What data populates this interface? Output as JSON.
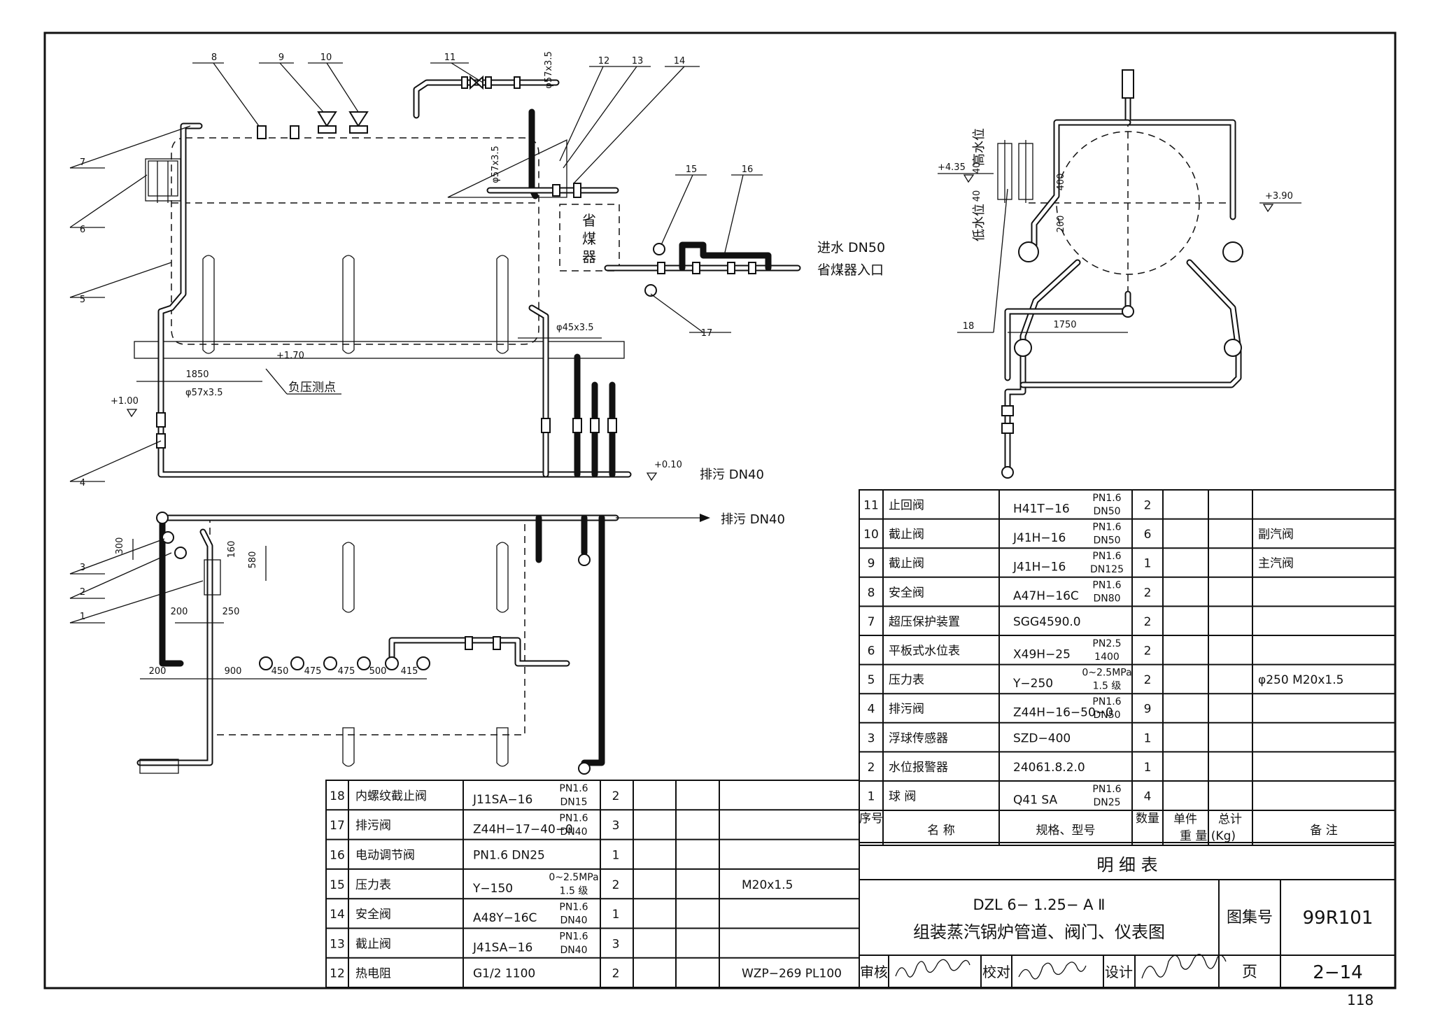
{
  "labels": {
    "callouts": [
      "1",
      "2",
      "3",
      "4",
      "5",
      "6",
      "7",
      "8",
      "9",
      "10",
      "11",
      "12",
      "13",
      "14",
      "15",
      "16",
      "17",
      "18"
    ],
    "pipe_57": "φ57x3.5",
    "pipe_57b": "φ57x3.5",
    "pipe_45": "φ45x3.5",
    "pipe_57c": "φ57x3.5",
    "economizer": [
      "省",
      "煤",
      "器"
    ],
    "water_in": "进水  DN50",
    "economizer_in": "省煤器入口",
    "elev_170": "+1.70",
    "elev_100": "+1.00",
    "elev_010": "+0.10",
    "elev_435": "+4.35",
    "elev_390": "+3.90",
    "dim_1850": "1850",
    "dim_1750": "1750",
    "neg_pressure": "负压测点",
    "blowdown1": "排污  DN40",
    "blowdown2": "排污  DN40",
    "high_level": "高水位",
    "low_level": "低水位",
    "dim_40a": "40",
    "dim_40b": "40",
    "dim_400": "400",
    "dim_200v": "200",
    "dim_300": "300",
    "dim_160": "160",
    "dim_580": "580",
    "dim_200a": "200",
    "dim_250": "250",
    "dim_200b": "200",
    "dim_900": "900",
    "dim_450": "450",
    "dim_475a": "475",
    "dim_475b": "475",
    "dim_500": "500",
    "dim_415": "415"
  },
  "table_right": {
    "rows": [
      {
        "no": "11",
        "name": "止回阀",
        "model": "H41T−16",
        "pn": "PN1.6",
        "dn": "DN50",
        "qty": "2",
        "note": ""
      },
      {
        "no": "10",
        "name": "截止阀",
        "model": "J41H−16",
        "pn": "PN1.6",
        "dn": "DN50",
        "qty": "6",
        "note": "副汽阀"
      },
      {
        "no": "9",
        "name": "截止阀",
        "model": "J41H−16",
        "pn": "PN1.6",
        "dn": "DN125",
        "qty": "1",
        "note": "主汽阀"
      },
      {
        "no": "8",
        "name": "安全阀",
        "model": "A47H−16C",
        "pn": "PN1.6",
        "dn": "DN80",
        "qty": "2",
        "note": ""
      },
      {
        "no": "7",
        "name": "超压保护装置",
        "model": "SGG4590.0",
        "pn": "",
        "dn": "",
        "qty": "2",
        "note": ""
      },
      {
        "no": "6",
        "name": "平板式水位表",
        "model": "X49H−25",
        "pn": "PN2.5",
        "dn": "1400",
        "qty": "2",
        "note": ""
      },
      {
        "no": "5",
        "name": "压力表",
        "model": "Y−250",
        "pn": "0~2.5MPa",
        "dn": "1.5 级",
        "qty": "2",
        "note": "φ250 M20x1.5"
      },
      {
        "no": "4",
        "name": "排污阀",
        "model": "Z44H−16−50−0",
        "pn": "PN1.6",
        "dn": "DN50",
        "qty": "9",
        "note": ""
      },
      {
        "no": "3",
        "name": "浮球传感器",
        "model": "SZD−400",
        "pn": "",
        "dn": "",
        "qty": "1",
        "note": ""
      },
      {
        "no": "2",
        "name": "水位报警器",
        "model": "24061.8.2.0",
        "pn": "",
        "dn": "",
        "qty": "1",
        "note": ""
      },
      {
        "no": "1",
        "name": "球  阀",
        "model": "Q41 SA",
        "pn": "PN1.6",
        "dn": "DN25",
        "qty": "4",
        "note": ""
      }
    ],
    "header": {
      "no": "序号",
      "name": "名  称",
      "model": "规格、型号",
      "qty": "数量",
      "unit_weight": "单件",
      "total_weight": "总计",
      "weight": "重 量 (Kg)",
      "note": "备  注"
    },
    "caption": "明    细    表"
  },
  "table_left": {
    "rows": [
      {
        "no": "18",
        "name": "内螺纹截止阀",
        "model": "J11SA−16",
        "pn": "PN1.6",
        "dn": "DN15",
        "qty": "2",
        "note": ""
      },
      {
        "no": "17",
        "name": "排污阀",
        "model": "Z44H−17−40−0",
        "pn": "PN1.6",
        "dn": "DN40",
        "qty": "3",
        "note": ""
      },
      {
        "no": "16",
        "name": "电动调节阀",
        "model": "PN1.6 DN25",
        "pn": "",
        "dn": "",
        "qty": "1",
        "note": ""
      },
      {
        "no": "15",
        "name": "压力表",
        "model": "Y−150",
        "pn": "0~2.5MPa",
        "dn": "1.5 级",
        "qty": "2",
        "note": "M20x1.5"
      },
      {
        "no": "14",
        "name": "安全阀",
        "model": "A48Y−16C",
        "pn": "PN1.6",
        "dn": "DN40",
        "qty": "1",
        "note": ""
      },
      {
        "no": "13",
        "name": "截止阀",
        "model": "J41SA−16",
        "pn": "PN1.6",
        "dn": "DN40",
        "qty": "3",
        "note": ""
      },
      {
        "no": "12",
        "name": "热电阻",
        "model": "G1/2 1100",
        "pn": "",
        "dn": "",
        "qty": "2",
        "note": "WZP−269 PL100"
      }
    ]
  },
  "title_block": {
    "model": "DZL 6− 1.25− A Ⅱ",
    "title": "组装蒸汽锅炉管道、阀门、仪表图",
    "atlas_label": "图集号",
    "atlas_no": "99R101",
    "review_label": "审核",
    "check_label": "校对",
    "design_label": "设计",
    "page_label": "页",
    "page_no": "2−14"
  },
  "page_number": "118"
}
